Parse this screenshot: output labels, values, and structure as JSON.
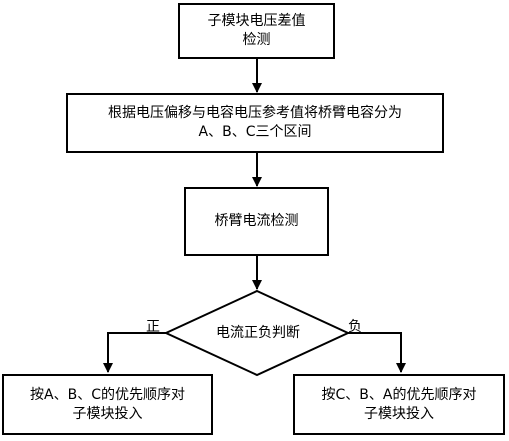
{
  "nodes": {
    "submodule_voltage_check": "子模块电压差值\n检测",
    "divide_capacitance": "根据电压偏移与电容电压参考值将桥臂电容分为\nA、B、C三个区间",
    "arm_current_check": "桥臂电流检测",
    "current_sign_decision": "电流正负判断",
    "insert_abc": "按A、B、C的优先顺序对\n子模块投入",
    "insert_cba": "按C、B、A的优先顺序对\n子模块投入"
  },
  "branches": {
    "positive": "正",
    "negative": "负"
  }
}
